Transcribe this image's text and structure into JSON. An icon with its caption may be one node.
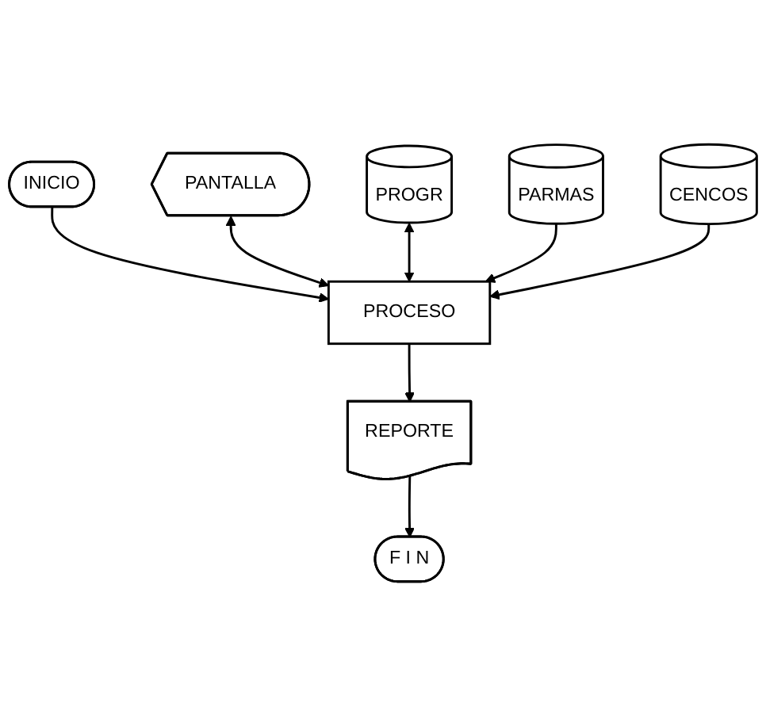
{
  "diagram": {
    "nodes": [
      {
        "text": [
          "INICIO"
        ]
      },
      {
        "text": [
          "PANTALLA"
        ]
      },
      {
        "text": [
          "PROCESO"
        ]
      },
      {
        "text": [
          "PROGR"
        ]
      },
      {
        "text": [
          "PARMAS"
        ]
      },
      {
        "text": [
          "CENCOS"
        ]
      },
      {
        "text": [
          "REPORTE"
        ]
      },
      {
        "text": [
          "F I N"
        ]
      }
    ],
    "edges": [
      {
        "from": 0,
        "to": 2,
        "arrow": "to"
      },
      {
        "from": 1,
        "to": 2,
        "arrow": "both"
      },
      {
        "from": 3,
        "to": 2,
        "arrow": "both"
      },
      {
        "from": 4,
        "to": 2,
        "arrow": "to"
      },
      {
        "from": 5,
        "to": 2,
        "arrow": "to"
      },
      {
        "from": 2,
        "to": 6,
        "arrow": "to"
      },
      {
        "from": 6,
        "to": 7,
        "arrow": "to"
      }
    ]
  }
}
